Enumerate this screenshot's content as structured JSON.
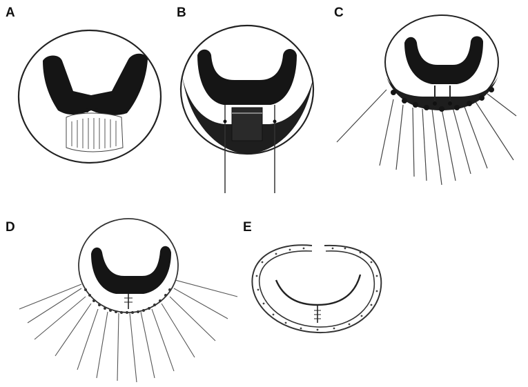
{
  "figure": {
    "panels": [
      {
        "id": "A",
        "label": "A"
      },
      {
        "id": "B",
        "label": "B"
      },
      {
        "id": "C",
        "label": "C"
      },
      {
        "id": "D",
        "label": "D"
      },
      {
        "id": "E",
        "label": "E"
      }
    ],
    "colors": {
      "ink": "#151515",
      "line": "#333333",
      "shade": "#2a2a2a",
      "paper": "#ffffff"
    }
  }
}
